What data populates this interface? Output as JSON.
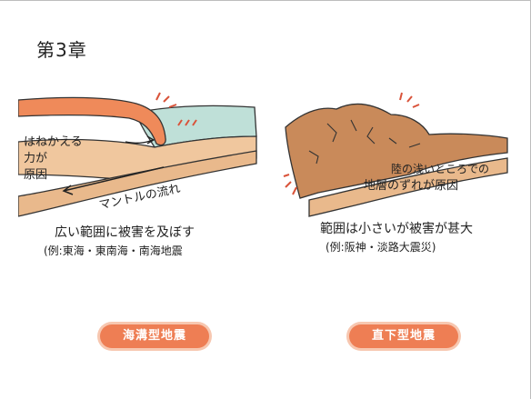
{
  "page": {
    "title": "第3章"
  },
  "left": {
    "label_cause": [
      "はねかえる",
      "力が",
      "原因"
    ],
    "label_flow": "マントルの流れ",
    "caption_line1": "広い範囲に被害を及ぼす",
    "caption_line2": "(例:東海・東南海・南海地震",
    "tag": "海溝型地震"
  },
  "right": {
    "label_cause_line1": "陸の浅いところでの",
    "label_cause_line2": "地層のずれが原因",
    "caption_line1": "範囲は小さいが被害が甚大",
    "caption_line2": "(例:阪神・淡路大震災)",
    "tag": "直下型地震"
  },
  "colors": {
    "orange_plate": "#ef8a5a",
    "teal_sea": "#bfe0d8",
    "tan_land": "#e9b98c",
    "dark_land": "#c98a5a",
    "accent_tag": "#ee7e54",
    "impact_red": "#d9533a"
  }
}
